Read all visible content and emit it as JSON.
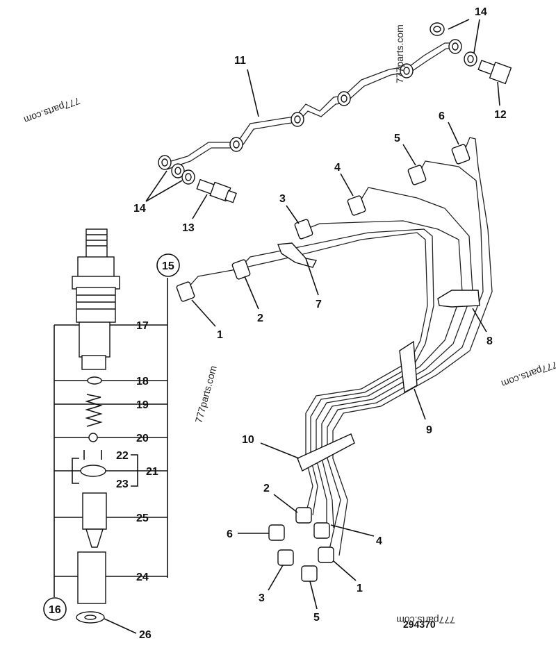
{
  "diagram": {
    "drawing_number": "294370",
    "watermark": "777parts.com",
    "labels": {
      "l1a": "1",
      "l1b": "1",
      "l2a": "2",
      "l2b": "2",
      "l3a": "3",
      "l3b": "3",
      "l4a": "4",
      "l4b": "4",
      "l5a": "5",
      "l5b": "5",
      "l6a": "6",
      "l6b": "6",
      "l7": "7",
      "l8": "8",
      "l9": "9",
      "l10": "10",
      "l11": "11",
      "l12": "12",
      "l13": "13",
      "l14a": "14",
      "l14b": "14",
      "l15": "15",
      "l16": "16",
      "l17": "17",
      "l18": "18",
      "l19": "19",
      "l20": "20",
      "l21": "21",
      "l22": "22",
      "l23": "23",
      "l24": "24",
      "l25": "25",
      "l26": "26"
    }
  }
}
